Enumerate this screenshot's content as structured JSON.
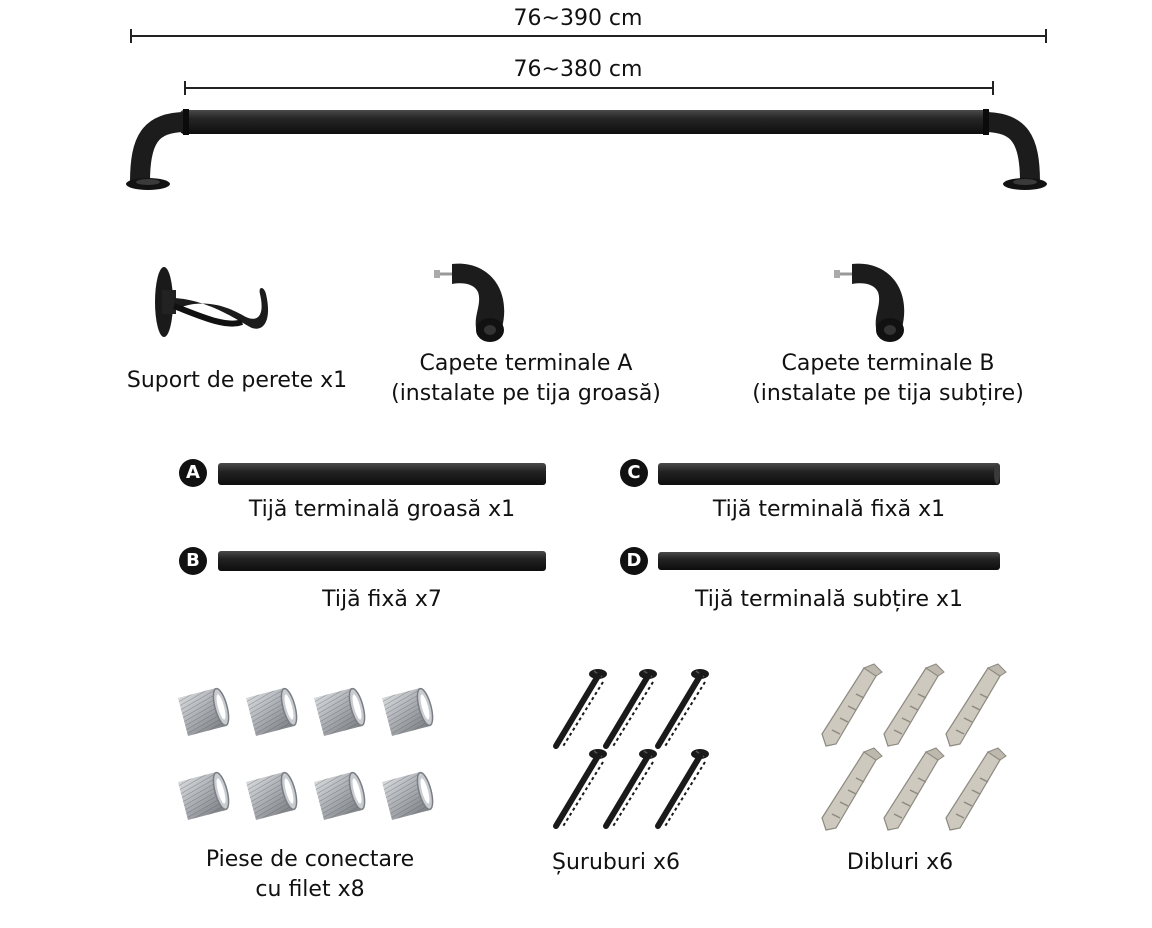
{
  "dimensions": {
    "outer": "76~390 cm",
    "inner": "76~380 cm"
  },
  "parts": {
    "wall_bracket": "Suport de perete x1",
    "end_caps_a_line1": "Capete terminale A",
    "end_caps_a_line2": "(instalate pe tija groasă)",
    "end_caps_b_line1": "Capete terminale B",
    "end_caps_b_line2": "(instalate pe tija subțire)"
  },
  "rods": [
    {
      "badge": "A",
      "label": "Tijă terminală groasă x1"
    },
    {
      "badge": "B",
      "label": "Tijă fixă x7"
    },
    {
      "badge": "C",
      "label": "Tijă terminală fixă x1"
    },
    {
      "badge": "D",
      "label": "Tijă terminală subțire x1"
    }
  ],
  "hardware": {
    "connectors_line1": "Piese de conectare",
    "connectors_line2": "cu filet x8",
    "screws": "Șuruburi x6",
    "anchors": "Dibluri x6"
  },
  "colors": {
    "rod": "#1c1c1c",
    "metal": "#b5b8bc",
    "anchor": "#c9c5bb"
  }
}
